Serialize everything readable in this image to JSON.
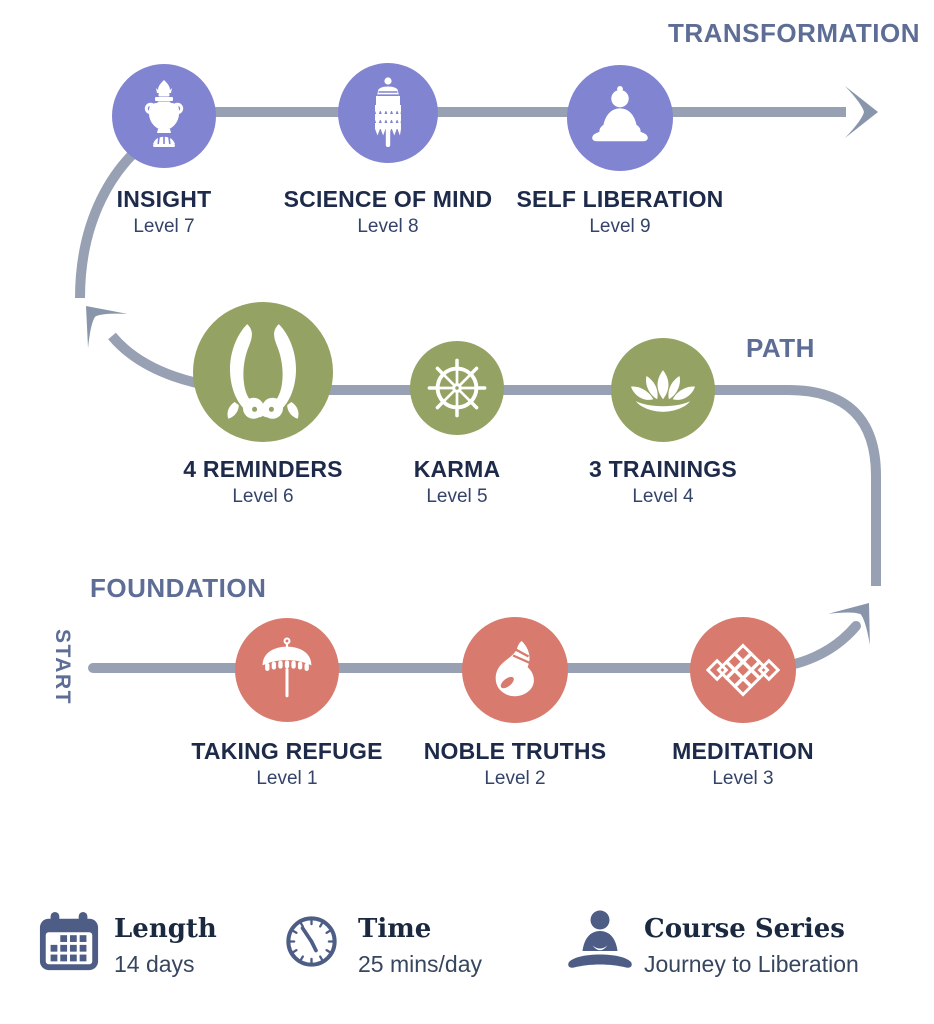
{
  "phases": {
    "transformation": "TRANSFORMATION",
    "path": "PATH",
    "foundation": "FOUNDATION",
    "start": "START"
  },
  "nodes": [
    {
      "id": "taking-refuge",
      "title": "TAKING REFUGE",
      "level": "Level 1",
      "icon": "parasol-icon",
      "circle_color": "#d87b6e"
    },
    {
      "id": "noble-truths",
      "title": "NOBLE TRUTHS",
      "level": "Level 2",
      "icon": "conch-shell-icon",
      "circle_color": "#d87b6e"
    },
    {
      "id": "meditation",
      "title": "MEDITATION",
      "level": "Level 3",
      "icon": "endless-knot-icon",
      "circle_color": "#d87b6e"
    },
    {
      "id": "three-trainings",
      "title": "3 TRAININGS",
      "level": "Level 4",
      "icon": "lotus-icon",
      "circle_color": "#94a363"
    },
    {
      "id": "karma",
      "title": "KARMA",
      "level": "Level 5",
      "icon": "dharma-wheel-icon",
      "circle_color": "#94a363"
    },
    {
      "id": "four-reminders",
      "title": "4 REMINDERS",
      "level": "Level 6",
      "icon": "golden-fishes-icon",
      "circle_color": "#94a363"
    },
    {
      "id": "insight",
      "title": "INSIGHT",
      "level": "Level 7",
      "icon": "treasure-vase-icon",
      "circle_color": "#8184d0"
    },
    {
      "id": "science-of-mind",
      "title": "SCIENCE OF MIND",
      "level": "Level 8",
      "icon": "victory-banner-icon",
      "circle_color": "#8184d0"
    },
    {
      "id": "self-liberation",
      "title": "SELF LIBERATION",
      "level": "Level 9",
      "icon": "buddha-icon",
      "circle_color": "#8184d0"
    }
  ],
  "info_items": [
    {
      "heading": "Length",
      "value": "14 days",
      "icon": "calendar-icon"
    },
    {
      "heading": "Time",
      "value": "25 mins/day",
      "icon": "clock-icon"
    },
    {
      "heading": "Course Series",
      "value": "Journey to Liberation",
      "icon": "meditator-icon"
    }
  ],
  "colors": {
    "transformation_circle": "#8184d0",
    "path_circle": "#94a363",
    "foundation_circle": "#d87b6e",
    "route_line": "#97a1b3",
    "arrowhead": "#8995aa",
    "phase_label": "#5d6d96",
    "node_title": "#1d2a4a",
    "node_level": "#34436a",
    "info_icon": "#4d5d86"
  }
}
